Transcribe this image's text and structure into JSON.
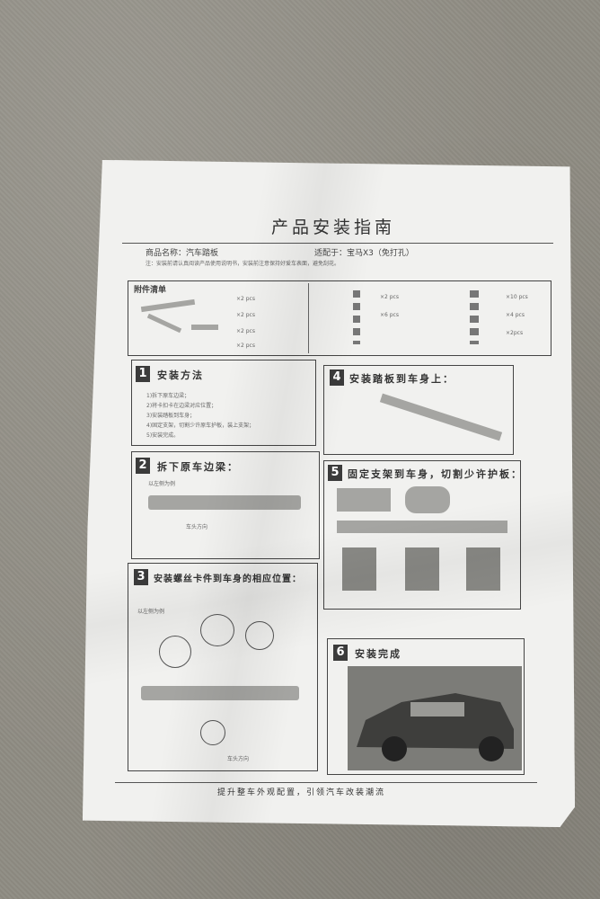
{
  "guide": {
    "title": "产品安装指南",
    "product_name": "商品名称：汽车踏板",
    "applicable": "适配于：宝马X3（免打孔）",
    "parts_title": "附件清单",
    "note": "注：安装前请认真阅读产品使用说明书，安装前注意保持好爱车表面，避免刮花。",
    "steps": [
      {
        "number": "1",
        "title": "安装方法",
        "lines": [
          "1)拆下原车边梁；",
          "2)将卡扣卡在边梁对应位置；",
          "3)安装踏板到车身；",
          "4)固定支架，切割少许原车护板，装上支架；",
          "5)安装完成。"
        ]
      },
      {
        "number": "2",
        "title": "拆下原车边梁：",
        "sub": "以左侧为例",
        "arrow": "车头方向"
      },
      {
        "number": "3",
        "title": "安装螺丝卡件到车身的相应位置：",
        "sub": "以左侧为例",
        "arrow": "车头方向"
      },
      {
        "number": "4",
        "title": "安装踏板到车身上："
      },
      {
        "number": "5",
        "title": "固定支架到车身，切割少许护板："
      },
      {
        "number": "6",
        "title": "安装完成"
      }
    ],
    "footer": "提升整车外观配置，引领汽车改装潮流",
    "parts": [
      {
        "label": "×2 pcs"
      },
      {
        "label": "×2 pcs"
      },
      {
        "label": "×2 pcs"
      },
      {
        "label": "×2 pcs"
      },
      {
        "label": "×2 pcs"
      },
      {
        "label": "×6 pcs"
      },
      {
        "label": "×10 pcs"
      },
      {
        "label": "×4 pcs"
      },
      {
        "label": "×2pcs"
      }
    ]
  },
  "colors": {
    "paper": "#f1f1ef",
    "background": "#8f8c83",
    "ink": "#333333"
  }
}
